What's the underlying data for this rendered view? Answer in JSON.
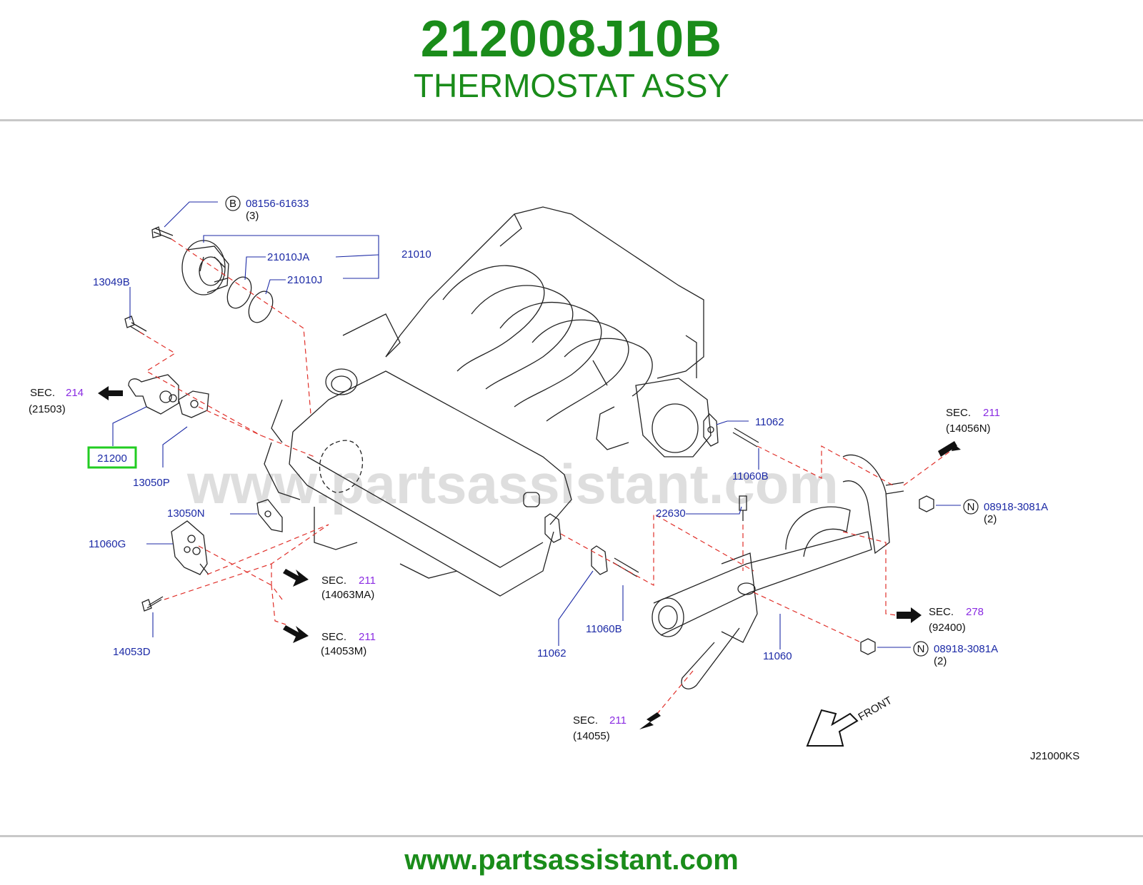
{
  "header": {
    "part_number": "212008J10B",
    "title": "THERMOSTAT ASSY"
  },
  "watermark": "www.partsassistant.com",
  "footer": {
    "url": "www.partsassistant.com"
  },
  "colors": {
    "brand_green": "#1a8c1a",
    "label_blue": "#1c2aa6",
    "sec_purple": "#8a2be2",
    "highlight": "#22cc22",
    "dash_red": "#e0302a"
  },
  "diagram": {
    "code": "J21000KS",
    "front_label": "FRONT",
    "callouts": {
      "bolt_b": {
        "symbol": "B",
        "part": "08156-61633",
        "qty": "(3)"
      },
      "water_pump": "21010",
      "ring_ja": "21010JA",
      "ring_j": "21010J",
      "bolt_13049b": "13049B",
      "thermostat": "21200",
      "gasket_13050p": "13050P",
      "gasket_13050n": "13050N",
      "housing_11060g": "11060G",
      "bolt_14053d": "14053D",
      "gasket_11062_top": "11062",
      "stud_11060b_top": "11060B",
      "sensor_22630": "22630",
      "gasket_11062_bottom": "11062",
      "stud_11060b_bottom": "11060B",
      "outlet_11060": "11060",
      "nut_n_top": {
        "symbol": "N",
        "part": "08918-3081A",
        "qty": "(2)"
      },
      "nut_n_bottom": {
        "symbol": "N",
        "part": "08918-3081A",
        "qty": "(2)"
      }
    },
    "sections": {
      "sec_214": {
        "prefix": "SEC.",
        "num": "214",
        "ref": "(21503)"
      },
      "sec_211_14056n": {
        "prefix": "SEC.",
        "num": "211",
        "ref": "(14056N)"
      },
      "sec_211_14063ma": {
        "prefix": "SEC.",
        "num": "211",
        "ref": "(14063MA)"
      },
      "sec_211_14053m": {
        "prefix": "SEC.",
        "num": "211",
        "ref": "(14053M)"
      },
      "sec_278": {
        "prefix": "SEC.",
        "num": "278",
        "ref": "(92400)"
      },
      "sec_211_14055": {
        "prefix": "SEC.",
        "num": "211",
        "ref": "(14055)"
      }
    }
  }
}
